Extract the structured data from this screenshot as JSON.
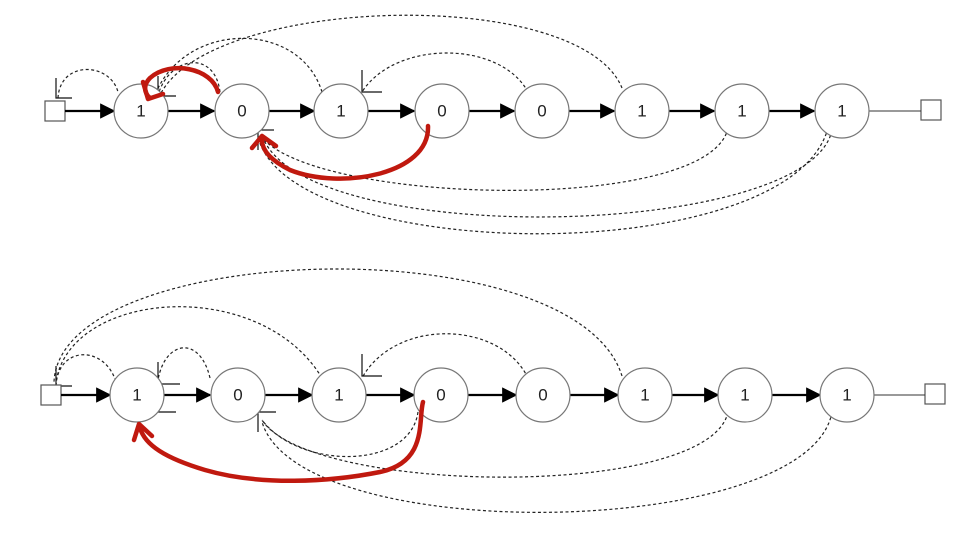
{
  "row1": {
    "nodes": [
      {
        "label": "1"
      },
      {
        "label": "0"
      },
      {
        "label": "1"
      },
      {
        "label": "0"
      },
      {
        "label": "0"
      },
      {
        "label": "1"
      },
      {
        "label": "1"
      },
      {
        "label": "1"
      }
    ]
  },
  "row2": {
    "nodes": [
      {
        "label": "1"
      },
      {
        "label": "0"
      },
      {
        "label": "1"
      },
      {
        "label": "0"
      },
      {
        "label": "0"
      },
      {
        "label": "1"
      },
      {
        "label": "1"
      },
      {
        "label": "1"
      }
    ]
  },
  "colors": {
    "node_stroke": "#777777",
    "solid_edge": "#000000",
    "dashed_edge": "#222222",
    "annotation": "#c0190f"
  }
}
